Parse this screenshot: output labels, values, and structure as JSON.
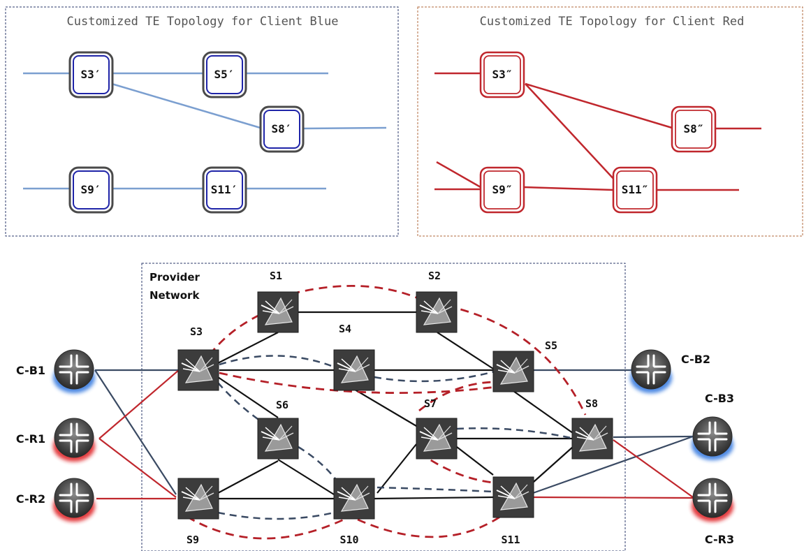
{
  "colors": {
    "blue_link": "#7b9fd0",
    "blue_node": "#1f24a8",
    "red": "#c0272d",
    "dark_link": "#111111",
    "slate_link": "#3a4a63",
    "node_fill": "#3c3c3c",
    "blue_frame": "#2b3a6b",
    "red_frame": "#b06a3c"
  },
  "blue_topology": {
    "title": "Customized TE Topology for Client Blue",
    "nodes": [
      {
        "id": "s3b",
        "label": "S3′"
      },
      {
        "id": "s5b",
        "label": "S5′"
      },
      {
        "id": "s8b",
        "label": "S8′"
      },
      {
        "id": "s9b",
        "label": "S9′"
      },
      {
        "id": "s11b",
        "label": "S11′"
      }
    ]
  },
  "red_topology": {
    "title": "Customized TE Topology for Client Red",
    "nodes": [
      {
        "id": "s3r",
        "label": "S3″"
      },
      {
        "id": "s8r",
        "label": "S8″"
      },
      {
        "id": "s9r",
        "label": "S9″"
      },
      {
        "id": "s11r",
        "label": "S11″"
      }
    ]
  },
  "provider": {
    "label_line1": "Provider",
    "label_line2": "Network",
    "switches": [
      {
        "id": "S1",
        "label": "S1"
      },
      {
        "id": "S2",
        "label": "S2"
      },
      {
        "id": "S3",
        "label": "S3"
      },
      {
        "id": "S4",
        "label": "S4"
      },
      {
        "id": "S5",
        "label": "S5"
      },
      {
        "id": "S6",
        "label": "S6"
      },
      {
        "id": "S7",
        "label": "S7"
      },
      {
        "id": "S8",
        "label": "S8"
      },
      {
        "id": "S9",
        "label": "S9"
      },
      {
        "id": "S10",
        "label": "S10"
      },
      {
        "id": "S11",
        "label": "S11"
      }
    ],
    "clients": [
      {
        "id": "CB1",
        "label": "C-B1",
        "glow": "blue"
      },
      {
        "id": "CR1",
        "label": "C-R1",
        "glow": "red"
      },
      {
        "id": "CR2",
        "label": "C-R2",
        "glow": "red"
      },
      {
        "id": "CB2",
        "label": "C-B2",
        "glow": "blue"
      },
      {
        "id": "CB3",
        "label": "C-B3",
        "glow": "blue"
      },
      {
        "id": "CR3",
        "label": "C-R3",
        "glow": "red"
      }
    ]
  }
}
